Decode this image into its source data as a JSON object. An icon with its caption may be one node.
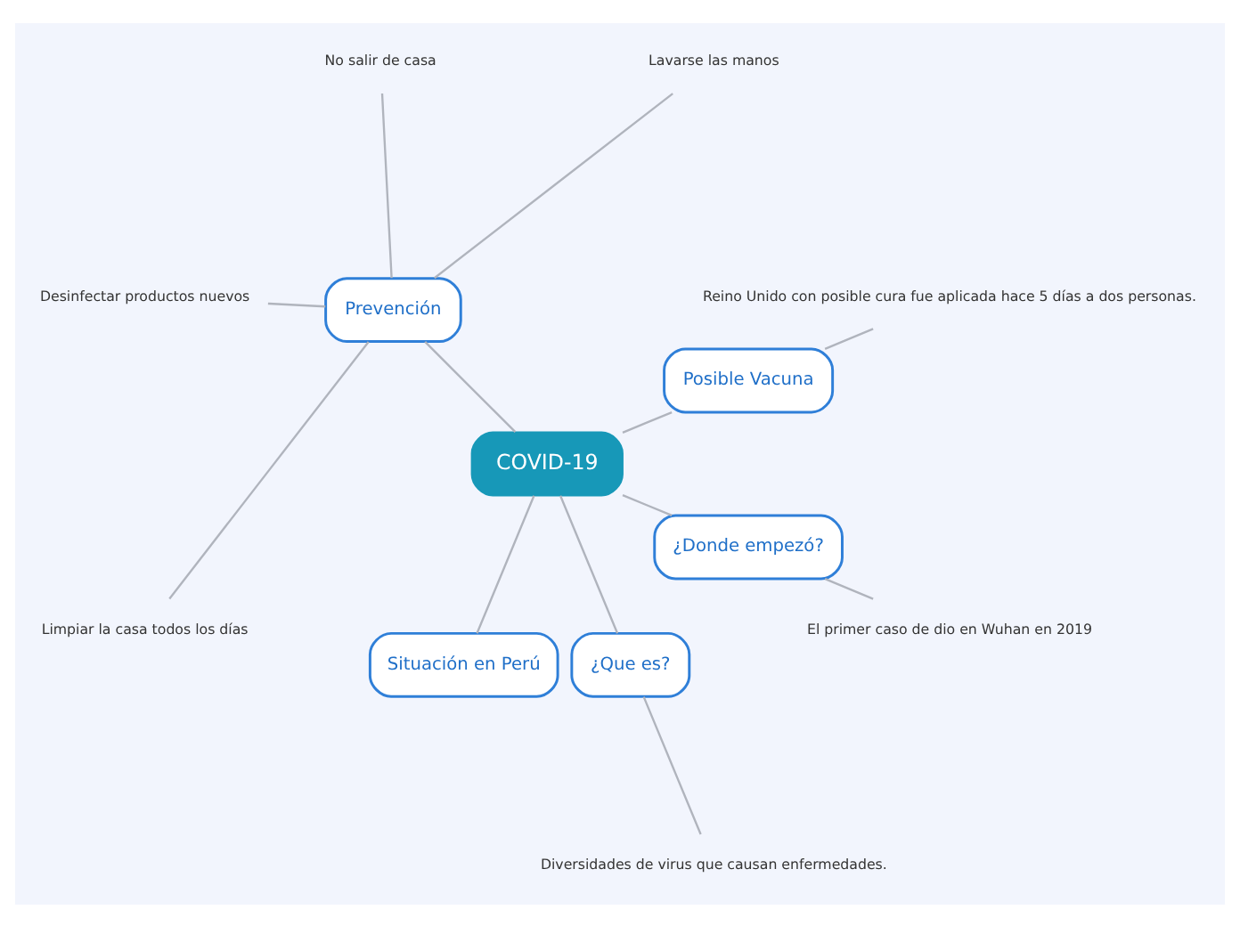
{
  "diagram": {
    "nodes": [
      {
        "text": [
          "COVID-19"
        ]
      },
      {
        "text": [
          "Posible Vacuna"
        ]
      },
      {
        "text": [
          "Reino Unido con posible cura fue aplicada hace 5 días a dos personas."
        ]
      },
      {
        "text": [
          "Prevención"
        ]
      },
      {
        "text": [
          "Lavarse las manos"
        ]
      },
      {
        "text": [
          "No salir de casa"
        ]
      },
      {
        "text": [
          "Desinfectar productos nuevos"
        ]
      },
      {
        "text": [
          "Limpiar la casa todos los días"
        ]
      },
      {
        "text": [
          "Situación en Perú"
        ]
      },
      {
        "text": [
          "¿Que es?"
        ]
      },
      {
        "text": [
          "Diversidades de virus que causan enfermedades."
        ]
      },
      {
        "text": [
          "¿Donde empezó?"
        ]
      },
      {
        "text": [
          "El primer caso de dio en Wuhan en 2019"
        ]
      }
    ],
    "edges": [
      {
        "from": 0,
        "to": 1,
        "arrow": "none"
      },
      {
        "from": 1,
        "to": 2,
        "arrow": "none"
      },
      {
        "from": 0,
        "to": 3,
        "arrow": "none"
      },
      {
        "from": 3,
        "to": 4,
        "arrow": "none"
      },
      {
        "from": 3,
        "to": 5,
        "arrow": "none"
      },
      {
        "from": 3,
        "to": 6,
        "arrow": "none"
      },
      {
        "from": 3,
        "to": 7,
        "arrow": "none"
      },
      {
        "from": 0,
        "to": 8,
        "arrow": "none"
      },
      {
        "from": 0,
        "to": 9,
        "arrow": "none"
      },
      {
        "from": 9,
        "to": 10,
        "arrow": "none"
      },
      {
        "from": 0,
        "to": 11,
        "arrow": "none"
      },
      {
        "from": 11,
        "to": 12,
        "arrow": "none"
      }
    ]
  }
}
